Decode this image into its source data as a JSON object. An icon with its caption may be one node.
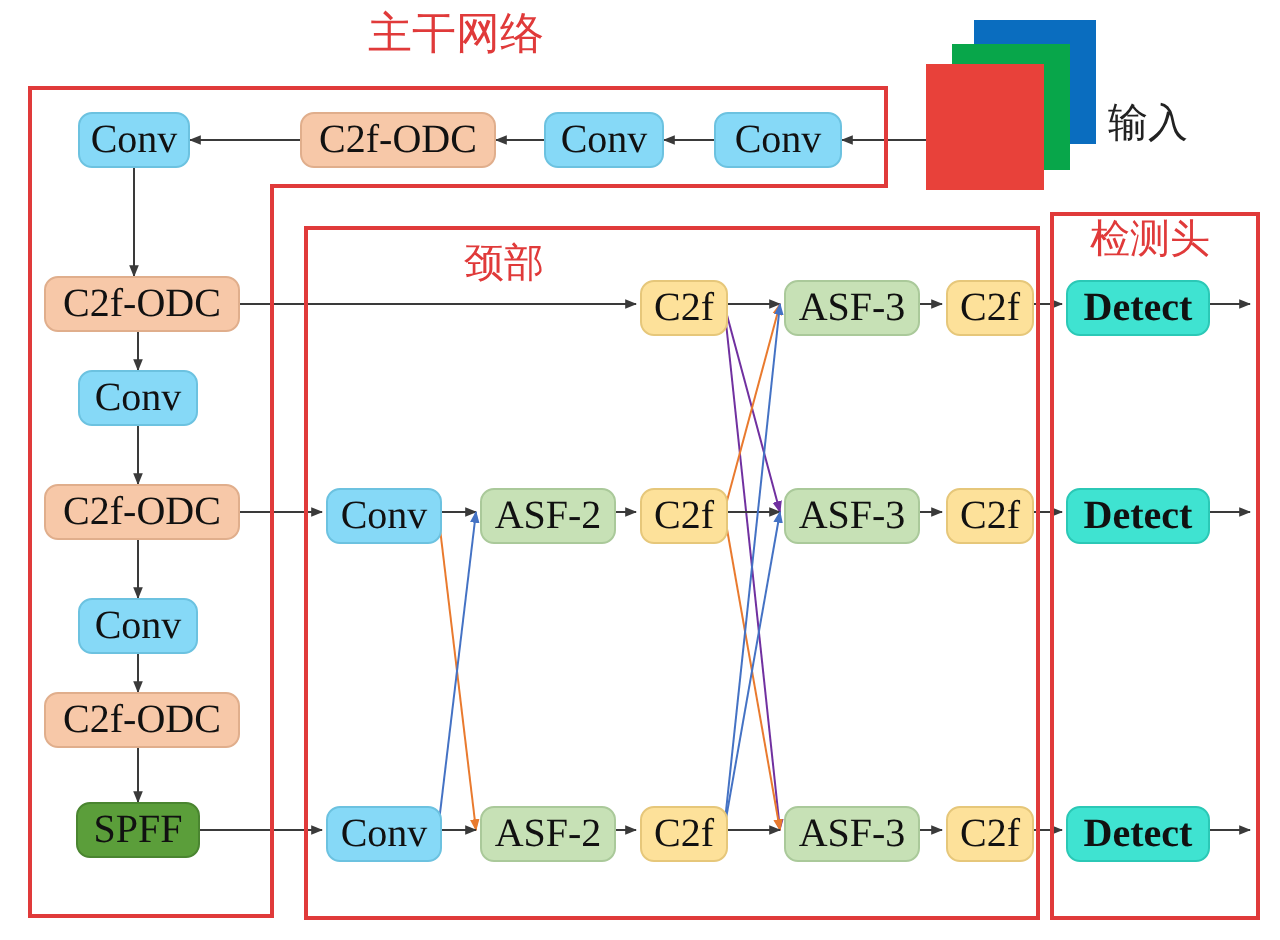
{
  "diagram": {
    "nodes": [
      {
        "text": [
          "主干网络"
        ]
      },
      {
        "text": [
          "Conv"
        ],
        "in": 0
      },
      {
        "text": [
          "C2f-ODC"
        ],
        "in": 0
      },
      {
        "text": [
          "Conv"
        ],
        "in": 0
      },
      {
        "text": [
          "Conv"
        ],
        "in": 0
      },
      {
        "text": [
          "C2f-ODC"
        ],
        "in": 0
      },
      {
        "text": [
          "Conv"
        ],
        "in": 0
      },
      {
        "text": [
          "C2f-ODC"
        ],
        "in": 0
      },
      {
        "text": [
          "Conv"
        ],
        "in": 0
      },
      {
        "text": [
          "C2f-ODC"
        ],
        "in": 0
      },
      {
        "text": [
          "SPFF"
        ],
        "in": 0
      },
      {
        "text": [],
        "shape": "box",
        "beside": [
          "输入"
        ]
      },
      {
        "text": [
          "颈部"
        ]
      },
      {
        "text": [
          "C2f"
        ],
        "in": 12
      },
      {
        "text": [
          "ASF-3"
        ],
        "in": 12
      },
      {
        "text": [
          "C2f"
        ],
        "in": 12
      },
      {
        "text": [
          "Conv"
        ],
        "in": 12
      },
      {
        "text": [
          "ASF-2"
        ],
        "in": 12
      },
      {
        "text": [
          "C2f"
        ],
        "in": 12
      },
      {
        "text": [
          "ASF-3"
        ],
        "in": 12
      },
      {
        "text": [
          "C2f"
        ],
        "in": 12
      },
      {
        "text": [
          "Conv"
        ],
        "in": 12
      },
      {
        "text": [
          "ASF-2"
        ],
        "in": 12
      },
      {
        "text": [
          "C2f"
        ],
        "in": 12
      },
      {
        "text": [
          "ASF-3"
        ],
        "in": 12
      },
      {
        "text": [
          "C2f"
        ],
        "in": 12
      },
      {
        "text": [
          "检测头"
        ]
      },
      {
        "text": [
          "Detect"
        ],
        "in": 26
      },
      {
        "text": [
          "Detect"
        ],
        "in": 26
      },
      {
        "text": [
          "Detect"
        ],
        "in": 26
      }
    ],
    "edges": [
      {
        "from": 11,
        "to": 4,
        "arrow": "to"
      },
      {
        "from": 4,
        "to": 3,
        "arrow": "to"
      },
      {
        "from": 3,
        "to": 2,
        "arrow": "to"
      },
      {
        "from": 2,
        "to": 1,
        "arrow": "to"
      },
      {
        "from": 1,
        "to": 5,
        "arrow": "to"
      },
      {
        "from": 5,
        "to": 6,
        "arrow": "to"
      },
      {
        "from": 6,
        "to": 7,
        "arrow": "to"
      },
      {
        "from": 7,
        "to": 8,
        "arrow": "to"
      },
      {
        "from": 8,
        "to": 9,
        "arrow": "to"
      },
      {
        "from": 9,
        "to": 10,
        "arrow": "to"
      },
      {
        "from": 5,
        "to": 13,
        "arrow": "to"
      },
      {
        "from": 7,
        "to": 16,
        "arrow": "to"
      },
      {
        "from": 10,
        "to": 21,
        "arrow": "to"
      },
      {
        "from": 16,
        "to": 17,
        "arrow": "to"
      },
      {
        "from": 16,
        "to": 22,
        "arrow": "to",
        "color": "#e97a2e"
      },
      {
        "from": 21,
        "to": 22,
        "arrow": "to"
      },
      {
        "from": 21,
        "to": 17,
        "arrow": "to",
        "color": "#4472c4"
      },
      {
        "from": 17,
        "to": 18,
        "arrow": "to"
      },
      {
        "from": 22,
        "to": 23,
        "arrow": "to"
      },
      {
        "from": 13,
        "to": 14,
        "arrow": "to"
      },
      {
        "from": 13,
        "to": 19,
        "arrow": "to",
        "color": "#7030a0"
      },
      {
        "from": 13,
        "to": 24,
        "arrow": "to",
        "color": "#7030a0"
      },
      {
        "from": 18,
        "to": 19,
        "arrow": "to"
      },
      {
        "from": 18,
        "to": 14,
        "arrow": "to",
        "color": "#e97a2e"
      },
      {
        "from": 18,
        "to": 24,
        "arrow": "to",
        "color": "#e97a2e"
      },
      {
        "from": 23,
        "to": 24,
        "arrow": "to"
      },
      {
        "from": 23,
        "to": 14,
        "arrow": "to",
        "color": "#4472c4"
      },
      {
        "from": 23,
        "to": 19,
        "arrow": "to",
        "color": "#4472c4"
      },
      {
        "from": 14,
        "to": 15,
        "arrow": "to"
      },
      {
        "from": 19,
        "to": 20,
        "arrow": "to"
      },
      {
        "from": 24,
        "to": 25,
        "arrow": "to"
      },
      {
        "from": 15,
        "to": 27,
        "arrow": "to"
      },
      {
        "from": 20,
        "to": 28,
        "arrow": "to"
      },
      {
        "from": 25,
        "to": 29,
        "arrow": "to"
      },
      {
        "from": 27,
        "to": null,
        "arrow": "to"
      },
      {
        "from": 28,
        "to": null,
        "arrow": "to"
      },
      {
        "from": 29,
        "to": null,
        "arrow": "to"
      }
    ]
  }
}
